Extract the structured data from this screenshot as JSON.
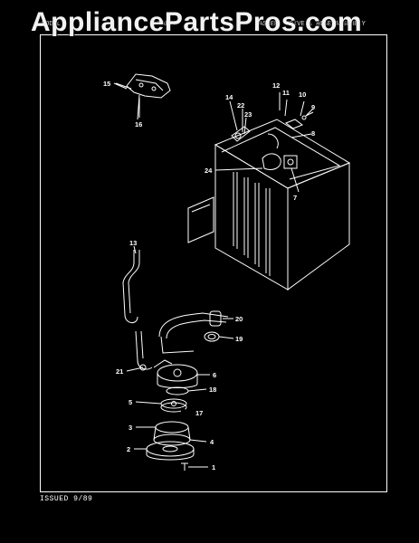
{
  "watermark": "AppliancePartsPros.com",
  "header": {
    "left": "MODEL",
    "mid": "PARTS",
    "right": "WASHER, DRIVE & HOSE ASSEMBLY"
  },
  "footer": {
    "issued": "ISSUED 9/89"
  },
  "callouts": {
    "c1": "1",
    "c2": "2",
    "c3": "3",
    "c4": "4",
    "c5": "5",
    "c6": "6",
    "c7": "7",
    "c8": "8",
    "c9": "9",
    "c10": "10",
    "c11": "11",
    "c12": "12",
    "c13": "13",
    "c14": "14",
    "c15": "15",
    "c16": "16",
    "c17": "17",
    "c18": "18",
    "c19": "19",
    "c20": "20",
    "c21": "21",
    "c22": "22",
    "c23": "23",
    "c24": "24"
  }
}
